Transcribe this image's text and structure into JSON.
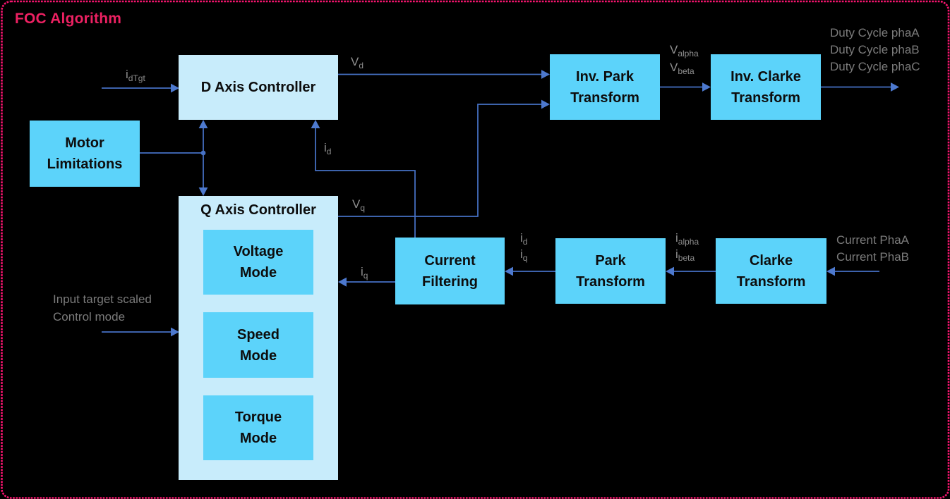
{
  "title": "FOC Algorithm",
  "blocks": {
    "d_axis_controller": {
      "label": "D Axis Controller"
    },
    "motor_limitations": {
      "label": "Motor Limitations"
    },
    "q_axis_controller": {
      "label": "Q Axis Controller"
    },
    "voltage_mode": {
      "label": "Voltage Mode"
    },
    "speed_mode": {
      "label": "Speed Mode"
    },
    "torque_mode": {
      "label": "Torque Mode"
    },
    "inv_park_transform": {
      "label": "Inv. Park Transform"
    },
    "inv_clarke_transform": {
      "label": "Inv. Clarke Transform"
    },
    "current_filtering": {
      "label": "Current Filtering"
    },
    "park_transform": {
      "label": "Park Transform"
    },
    "clarke_transform": {
      "label": "Clarke Transform"
    }
  },
  "signal_labels": {
    "i_dtgt": {
      "main": "i",
      "sub": "dTgt"
    },
    "v_d": {
      "main": "V",
      "sub": "d"
    },
    "v_q": {
      "main": "V",
      "sub": "q"
    },
    "i_d_feedback": {
      "main": "i",
      "sub": "d"
    },
    "i_q_feedback": {
      "main": "i",
      "sub": "q"
    },
    "v_alpha": {
      "main": "V",
      "sub": "alpha"
    },
    "v_beta": {
      "main": "V",
      "sub": "beta"
    },
    "i_d": {
      "main": "i",
      "sub": "d"
    },
    "i_q": {
      "main": "i",
      "sub": "q"
    },
    "i_alpha": {
      "main": "i",
      "sub": "alpha"
    },
    "i_beta": {
      "main": "i",
      "sub": "beta"
    }
  },
  "io_labels": {
    "duty_cycle": [
      "Duty Cycle phaA",
      "Duty Cycle phaB",
      "Duty Cycle phaC"
    ],
    "current_inputs": [
      "Current PhaA",
      "Current PhaB"
    ],
    "control_inputs": [
      "Input target scaled",
      "Control mode"
    ]
  },
  "colors": {
    "background": "#000000",
    "border_pink": "#f7156f",
    "title_pink": "#ec2162",
    "block_light": "#c8ecfb",
    "block_accent": "#5cd3fa",
    "line_blue": "#4671c5",
    "arrow_blue": "#4d79ce",
    "sig_gray": "#8e8e8e",
    "io_gray": "#7b7b7b",
    "block_text": "#0d0d0d"
  }
}
